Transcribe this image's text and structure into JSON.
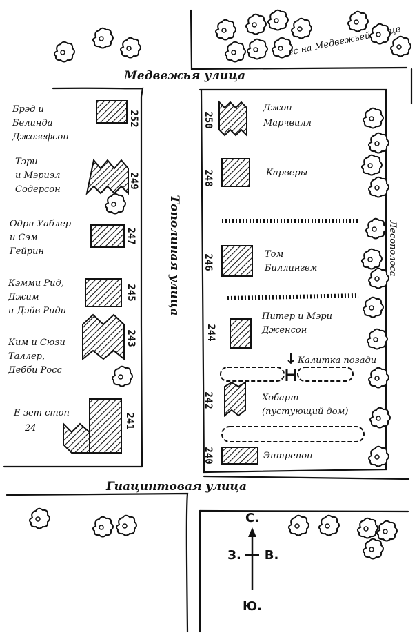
{
  "streets": {
    "north": "Медвежья улица",
    "south": "Гиацинтовая улица",
    "center": "Тополиная улица"
  },
  "areas": {
    "forest_top": "Лес на Медвежьей улице",
    "forest_side": "Лесополоса"
  },
  "west_houses": [
    {
      "number": "252",
      "owners": [
        "Брэд и",
        "Белинда",
        "Джозефсон"
      ]
    },
    {
      "number": "249",
      "owners": [
        "Тэри",
        "и Мэриэл",
        "Содерсон"
      ]
    },
    {
      "number": "247",
      "owners": [
        "Одри Уаблер",
        "и Сэм",
        "Гейрин"
      ]
    },
    {
      "number": "245",
      "owners": [
        "Кэмми Рид,",
        "Джим",
        "и Дэйв Риди"
      ]
    },
    {
      "number": "243",
      "owners": [
        "Ким и Сюзи",
        "Таллер,",
        "Дебби Росс"
      ]
    },
    {
      "number": "241",
      "owners": [
        "Е-зет стоп",
        "24"
      ]
    }
  ],
  "east_houses": [
    {
      "number": "250",
      "owners": [
        "Джон",
        "Марчвилл"
      ]
    },
    {
      "number": "248",
      "owners": [
        "Карверы"
      ]
    },
    {
      "number": "246",
      "owners": [
        "Том",
        "Биллингем"
      ]
    },
    {
      "number": "244",
      "owners": [
        "Питер и Мэри",
        "Дженсон"
      ]
    },
    {
      "number": "242",
      "owners": [
        "Хобарт",
        "(пустующий дом)"
      ]
    },
    {
      "number": "240",
      "owners": [
        "Энтрепон"
      ]
    }
  ],
  "gate_label": "Калитка позади",
  "compass": {
    "north": "С.",
    "south": "Ю.",
    "west": "З.",
    "east": "В."
  }
}
